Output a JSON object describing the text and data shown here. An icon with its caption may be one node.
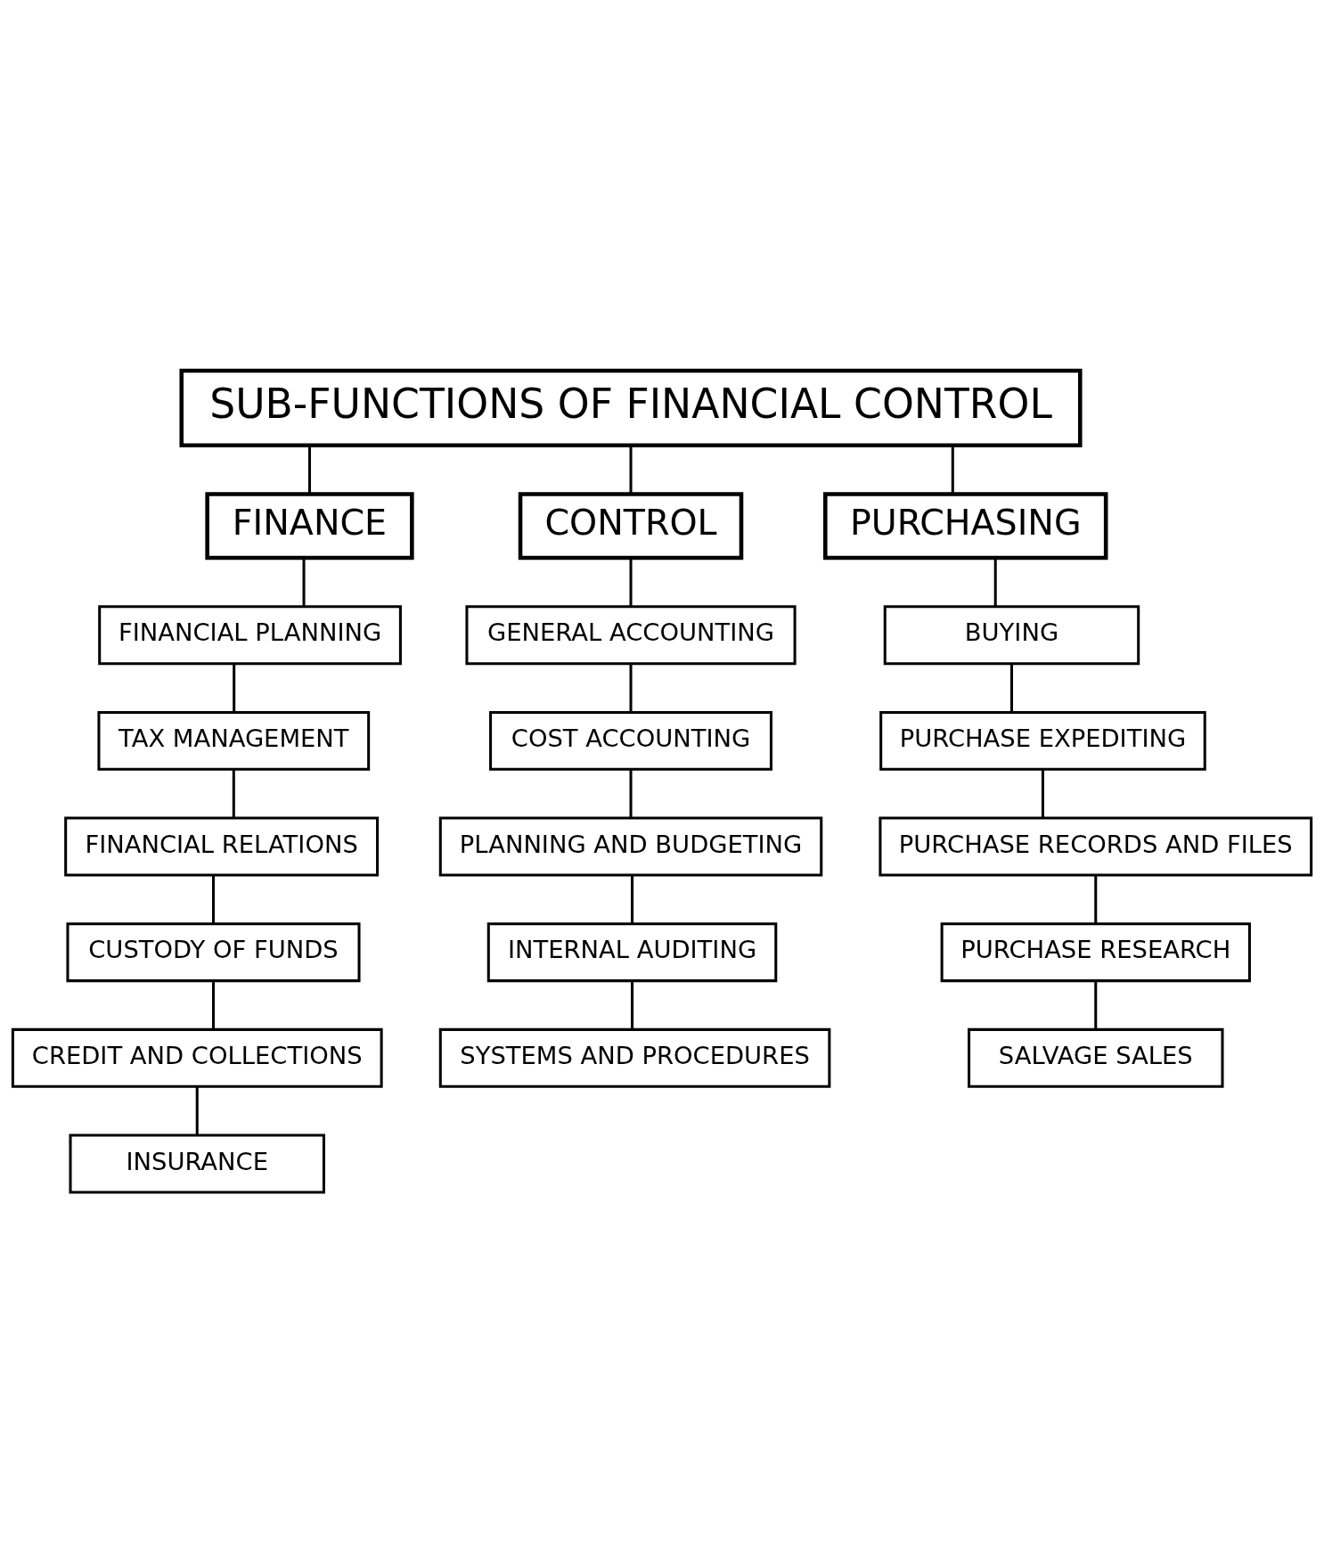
{
  "diagram": {
    "nodes": [
      {
        "text": [
          "SUB-FUNCTIONS OF FINANCIAL CONTROL"
        ]
      },
      {
        "text": [
          "FINANCE"
        ]
      },
      {
        "text": [
          "CONTROL"
        ]
      },
      {
        "text": [
          "PURCHASING"
        ]
      },
      {
        "text": [
          "FINANCIAL PLANNING"
        ]
      },
      {
        "text": [
          "TAX MANAGEMENT"
        ]
      },
      {
        "text": [
          "FINANCIAL RELATIONS"
        ]
      },
      {
        "text": [
          "CUSTODY OF FUNDS"
        ]
      },
      {
        "text": [
          "CREDIT AND COLLECTIONS"
        ]
      },
      {
        "text": [
          "INSURANCE"
        ]
      },
      {
        "text": [
          "GENERAL ACCOUNTING"
        ]
      },
      {
        "text": [
          "COST ACCOUNTING"
        ]
      },
      {
        "text": [
          "PLANNING AND BUDGETING"
        ]
      },
      {
        "text": [
          "INTERNAL AUDITING"
        ]
      },
      {
        "text": [
          "SYSTEMS AND PROCEDURES"
        ]
      },
      {
        "text": [
          "BUYING"
        ]
      },
      {
        "text": [
          "PURCHASE EXPEDITING"
        ]
      },
      {
        "text": [
          "PURCHASE RECORDS AND FILES"
        ]
      },
      {
        "text": [
          "PURCHASE RESEARCH"
        ]
      },
      {
        "text": [
          "SALVAGE SALES"
        ]
      }
    ],
    "edges": [
      {
        "from": 0,
        "to": 1,
        "arrow": "none"
      },
      {
        "from": 0,
        "to": 2,
        "arrow": "none"
      },
      {
        "from": 0,
        "to": 3,
        "arrow": "none"
      },
      {
        "from": 1,
        "to": 4,
        "arrow": "none"
      },
      {
        "from": 4,
        "to": 5,
        "arrow": "none"
      },
      {
        "from": 5,
        "to": 6,
        "arrow": "none"
      },
      {
        "from": 6,
        "to": 7,
        "arrow": "none"
      },
      {
        "from": 7,
        "to": 8,
        "arrow": "none"
      },
      {
        "from": 8,
        "to": 9,
        "arrow": "none"
      },
      {
        "from": 2,
        "to": 10,
        "arrow": "none"
      },
      {
        "from": 10,
        "to": 11,
        "arrow": "none"
      },
      {
        "from": 11,
        "to": 12,
        "arrow": "none"
      },
      {
        "from": 12,
        "to": 13,
        "arrow": "none"
      },
      {
        "from": 13,
        "to": 14,
        "arrow": "none"
      },
      {
        "from": 3,
        "to": 15,
        "arrow": "none"
      },
      {
        "from": 15,
        "to": 16,
        "arrow": "none"
      },
      {
        "from": 16,
        "to": 17,
        "arrow": "none"
      },
      {
        "from": 17,
        "to": 18,
        "arrow": "none"
      },
      {
        "from": 18,
        "to": 19,
        "arrow": "none"
      }
    ]
  }
}
